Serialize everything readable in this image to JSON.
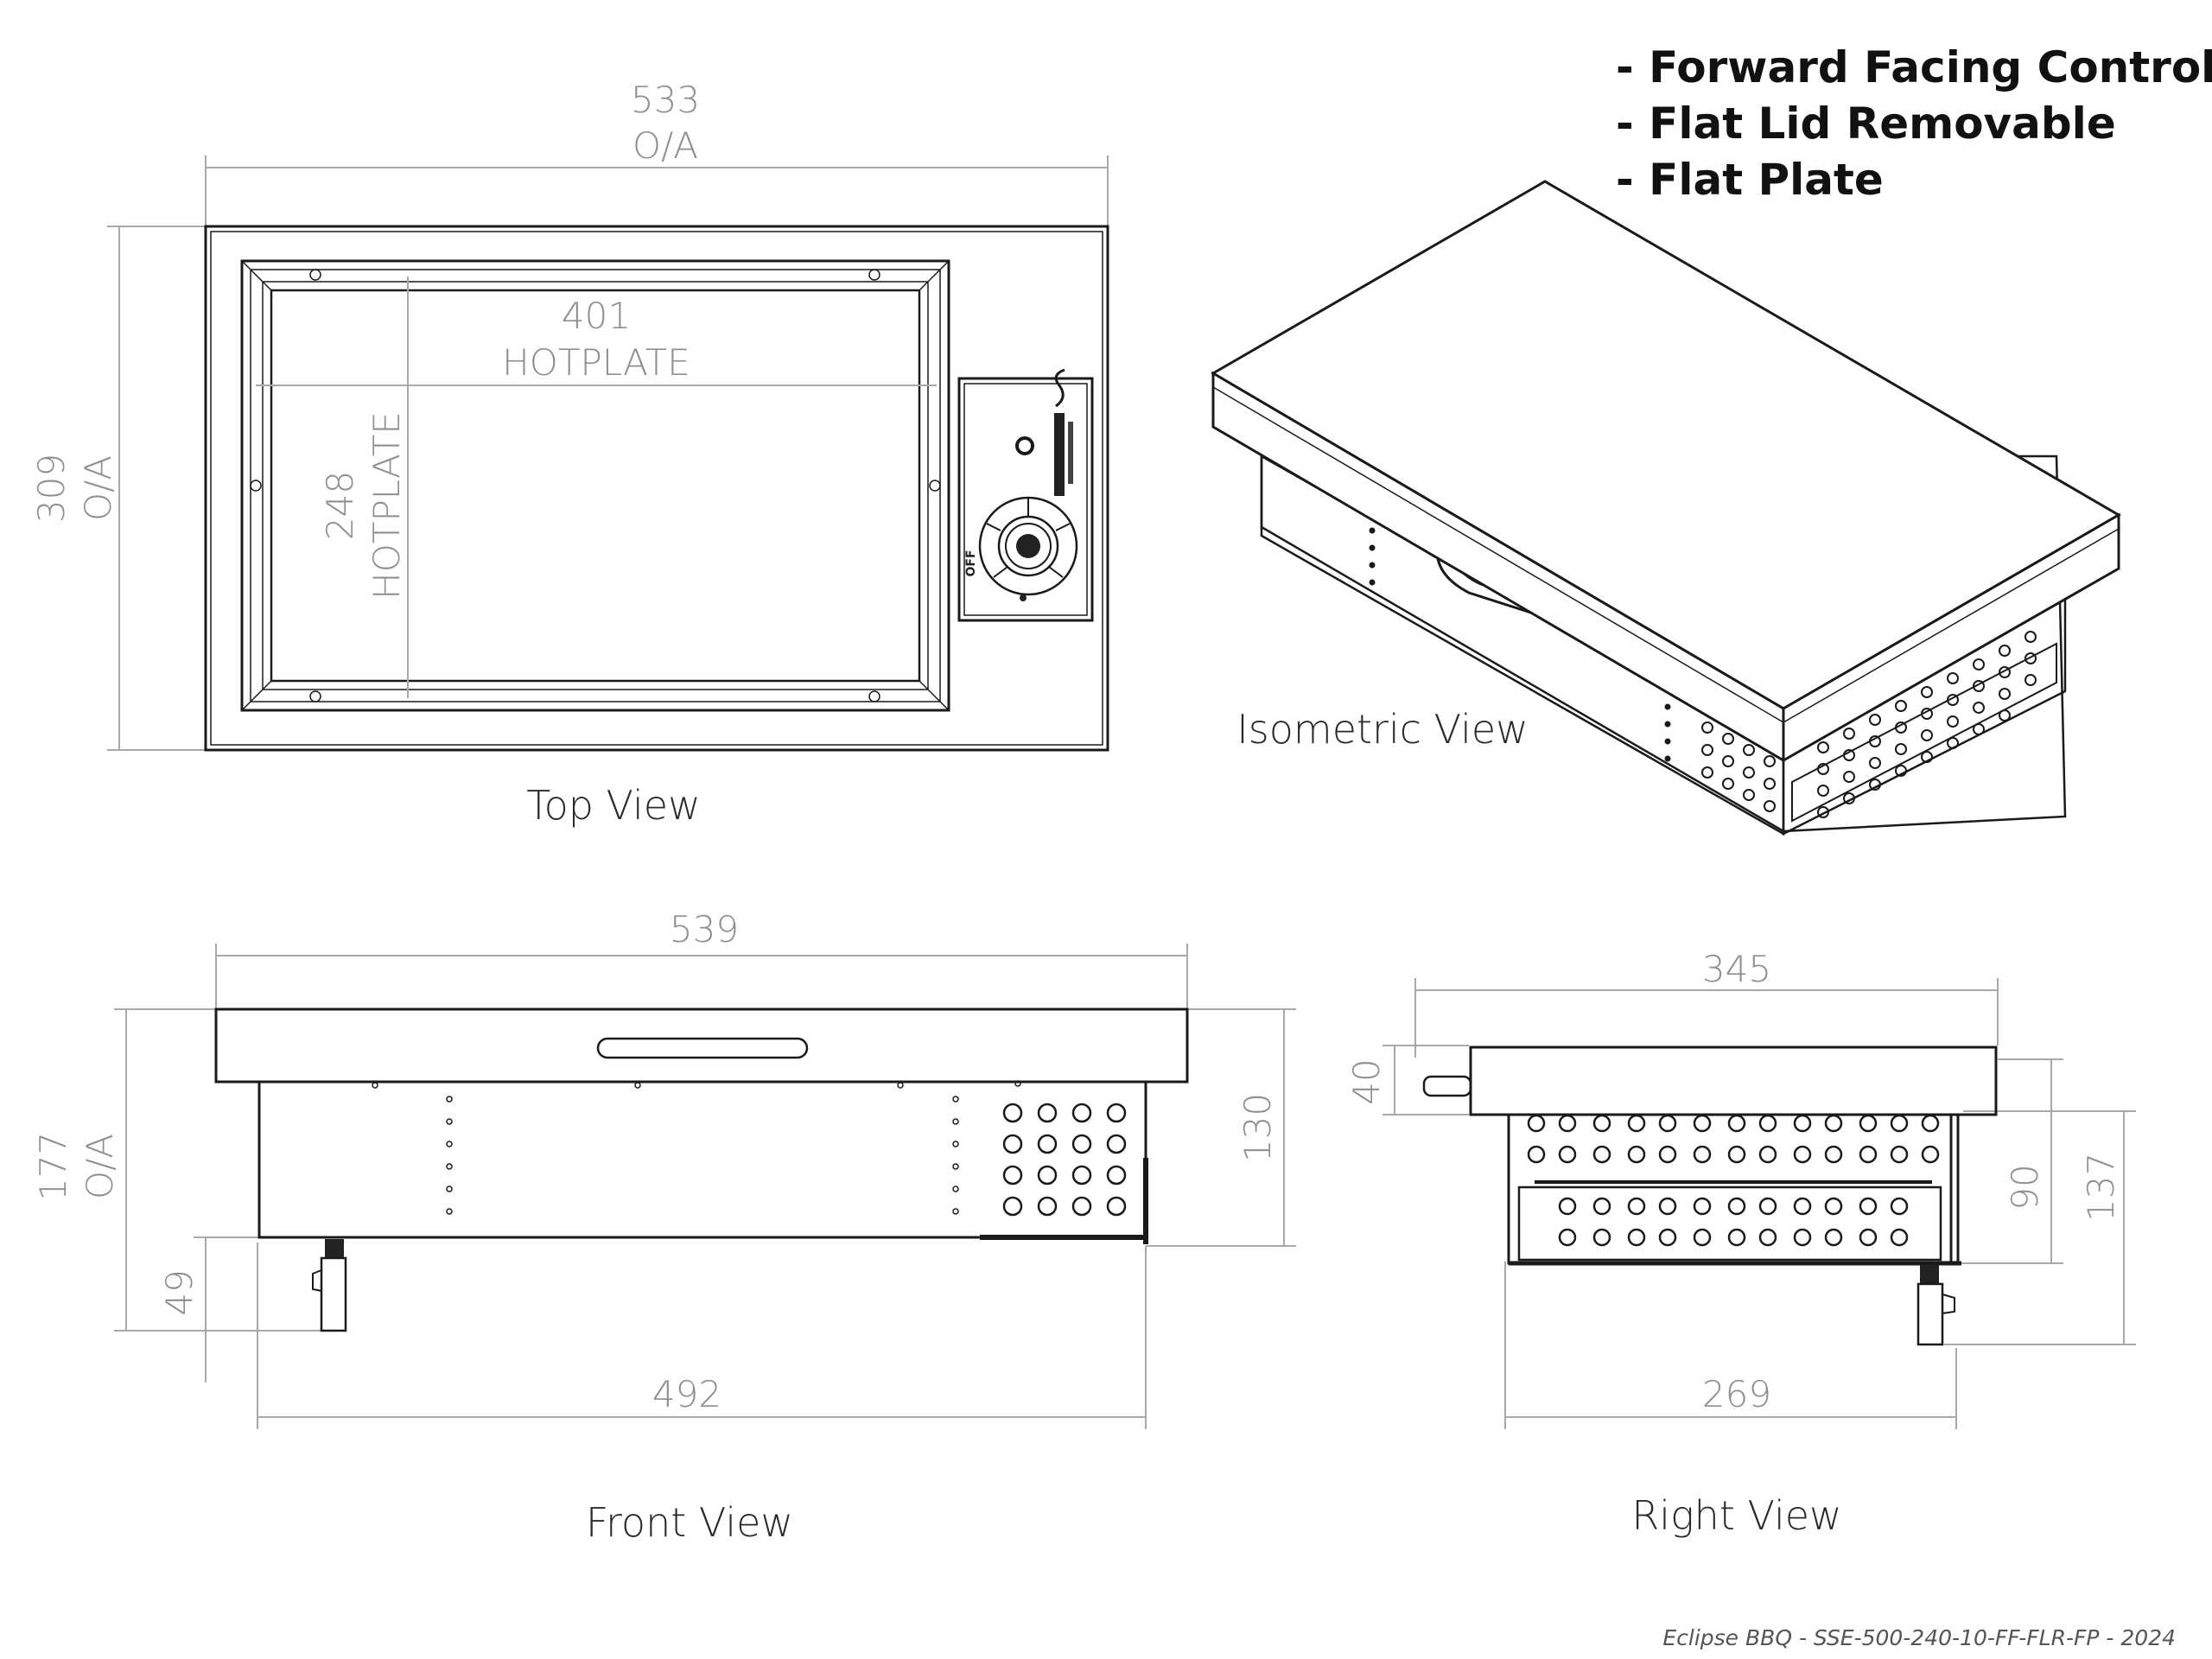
{
  "features": [
    "- Forward Facing Controls",
    "- Flat Lid Removable",
    "- Flat Plate"
  ],
  "top_view": {
    "label": "Top View",
    "width": "533",
    "width_note": "O/A",
    "depth": "309",
    "depth_note": "O/A",
    "plate_width": "401",
    "plate_width_note": "HOTPLATE",
    "plate_depth": "248",
    "plate_depth_note": "HOTPLATE",
    "knob_text": "OFF"
  },
  "iso_view": {
    "label": "Isometric  View"
  },
  "front_view": {
    "label": "Front View",
    "width": "539",
    "height": "177",
    "height_note": "O/A",
    "body_height": "130",
    "leg": "49",
    "base_width": "492"
  },
  "right_view": {
    "label": "Right View",
    "width": "345",
    "knob": "40",
    "body": "90",
    "total": "137",
    "base_width": "269"
  },
  "footer": "Eclipse BBQ - SSE-500-240-10-FF-FLR-FP - 2024"
}
